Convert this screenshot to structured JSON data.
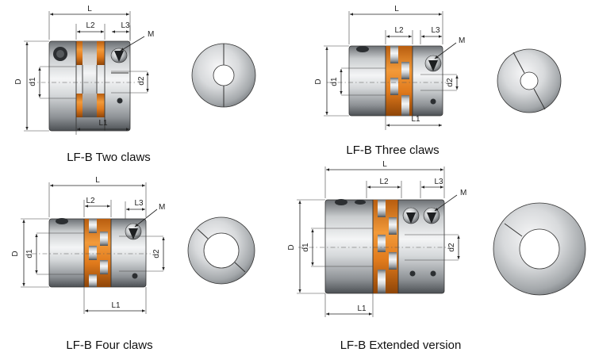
{
  "labels": {
    "L": "L",
    "L1": "L1",
    "L2": "L2",
    "L3": "L3",
    "M": "M",
    "D": "D",
    "d1": "d1",
    "d2": "d2"
  },
  "captions": {
    "two_claws": "LF-B Two claws",
    "three_claws": "LF-B Three claws",
    "four_claws": "LF-B Four claws",
    "extended": "LF-B Extended version"
  },
  "colors": {
    "metal_light": "#eef0f1",
    "metal_dark": "#5a5e62",
    "spider": "#e07a1c",
    "spider_dark": "#a14e0a",
    "line": "#222222"
  }
}
